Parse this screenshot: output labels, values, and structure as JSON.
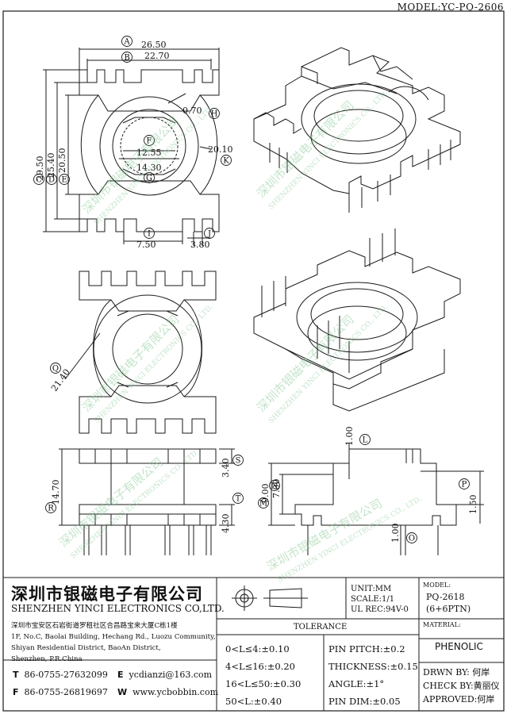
{
  "model_tag": "MODEL:YC-PQ-2606",
  "dimensions": {
    "A": "26.50",
    "B": "22.70",
    "C_D_E": [
      "29.50",
      "25.40",
      "20.50"
    ],
    "F": "12.55",
    "G": "14.30",
    "H": "0.70",
    "K": "20.10",
    "I": "7.50",
    "J": "3.80",
    "Q": "21.40",
    "R": "14.70",
    "S": "3.40",
    "T": "4.30",
    "L": "1.00",
    "M": "9.00",
    "N": "7.00",
    "O": "1.00",
    "P": "1.50"
  },
  "circle_labels": [
    "A",
    "B",
    "C",
    "D",
    "E",
    "F",
    "G",
    "H",
    "K",
    "I",
    "J",
    "Q",
    "R",
    "S",
    "T",
    "L",
    "M",
    "N",
    "O",
    "P"
  ],
  "watermark": {
    "cn": "深圳市银磁电子有限公司",
    "en": "SHENZHEN YINCI ELECTRONICS CO., LTD."
  },
  "company": {
    "name_cn": "深圳市银磁电子有限公司",
    "name_en": "SHENZHEN YINCI ELECTRONICS CO,LTD.",
    "address": [
      "深圳市宝安区石岩街道罗租社区合昌路宝来大厦C栋1楼",
      "1F, No.C, Baolai Building, Hechang Rd., Luozu Community,",
      "Shiyan Residential District, BaoAn District,",
      "Shenzhen, P.R.China"
    ],
    "contacts": [
      {
        "key": "T",
        "value": "86-0755-27632099"
      },
      {
        "key": "F",
        "value": "86-0755-26819697"
      },
      {
        "key": "E",
        "value": "ycdianzi@163.com"
      },
      {
        "key": "W",
        "value": "www.ycbobbin.com"
      }
    ]
  },
  "specs": {
    "unit": "UNIT:MM",
    "scale": "SCALE:1/1",
    "ul": "UL REC:94V-0",
    "model_label": "MODEL:",
    "model_value": "PQ-2618",
    "model_pins": "(6+6PTN)",
    "material_label": "MATERIAL:",
    "material_value": "PHENOLIC"
  },
  "tolerance": {
    "title": "TOLERANCE",
    "left": [
      "0<L≤4:±0.10",
      "4<L≤16:±0.20",
      "16<L≤50:±0.30",
      "50<L:±0.40"
    ],
    "right": [
      "PIN PITCH:±0.2",
      "THICKNESS:±0.15",
      "ANGLE:±1°",
      "PIN DIM:±0.05"
    ]
  },
  "approvals": [
    {
      "role": "DRWN BY:",
      "name": "何岸"
    },
    {
      "role": "CHECK BY:",
      "name": "黄丽仪"
    },
    {
      "role": "APPROVED:",
      "name": "何岸"
    }
  ],
  "colors": {
    "line": "#1a1a1a",
    "watermark": "#7cc389"
  }
}
